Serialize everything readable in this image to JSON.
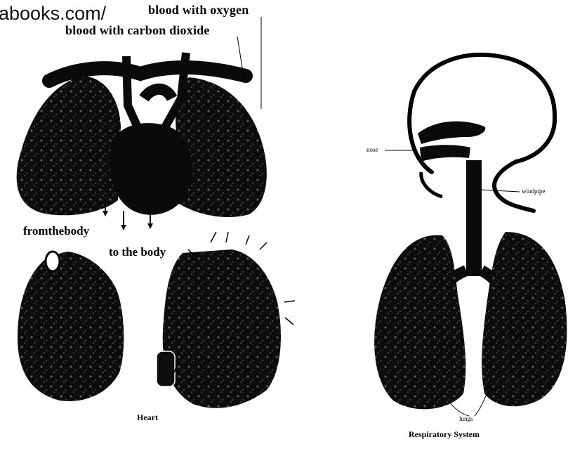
{
  "watermark": "abooks.com/",
  "heart_figure": {
    "label_oxygen": "blood with oxygen",
    "label_co2": "blood with carbon dioxide",
    "label_from_body": "fromthebody",
    "label_to_body": "to the body",
    "caption": "Heart"
  },
  "respiratory_figure": {
    "label_nose": "nose",
    "label_windpipe": "windpipe",
    "label_lungs": "lungs",
    "caption": "Respiratory System"
  }
}
